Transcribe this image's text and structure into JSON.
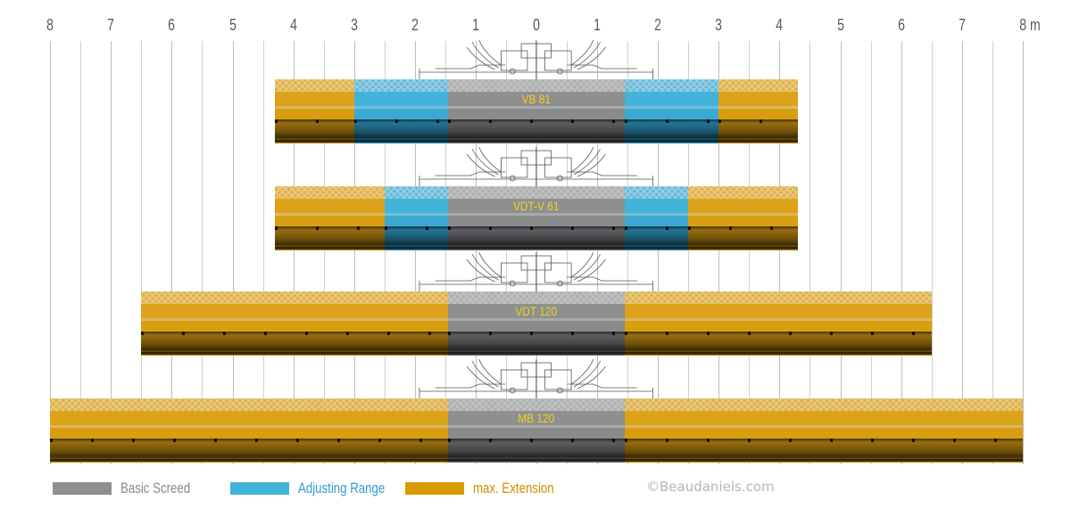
{
  "chart_data": {
    "type": "bar",
    "subtype": "horizontal range / width comparison",
    "title": "",
    "xlabel": "",
    "x_unit": "m",
    "x_axis": {
      "range": [
        -8,
        8
      ],
      "tick_labels": [
        "8",
        "7",
        "6",
        "5",
        "4",
        "3",
        "2",
        "1",
        "0",
        "1",
        "2",
        "3",
        "4",
        "5",
        "6",
        "7",
        "8 m"
      ],
      "tick_values": [
        -8,
        -7,
        -6,
        -5,
        -4,
        -3,
        -2,
        -1,
        0,
        1,
        2,
        3,
        4,
        5,
        6,
        7,
        8
      ],
      "minor_gridlines_every": 0.5,
      "grid": true
    },
    "legend": {
      "position": "bottom",
      "entries": [
        {
          "label": "Basic Screed",
          "color": "#8f8f8f",
          "text_color": "#8a8a8a"
        },
        {
          "label": "Adjusting Range",
          "color": "#42b3d9",
          "text_color": "#2e9fcf"
        },
        {
          "label": "max. Extension",
          "color": "#d99a00",
          "text_color": "#d08c00"
        }
      ]
    },
    "series": [
      {
        "name": "VB 81",
        "basic_screed_width_m": 2.9,
        "basic_screed": [
          -1.45,
          1.45
        ],
        "adjusting_range": [
          -3.0,
          3.0
        ],
        "max_extension": [
          -4.3,
          4.3
        ]
      },
      {
        "name": "VDT-V 61",
        "basic_screed_width_m": 2.9,
        "basic_screed": [
          -1.45,
          1.45
        ],
        "adjusting_range": [
          -2.5,
          2.5
        ],
        "max_extension": [
          -4.3,
          4.3
        ]
      },
      {
        "name": "VDT 120",
        "basic_screed_width_m": 2.9,
        "basic_screed": [
          -1.45,
          1.45
        ],
        "adjusting_range": null,
        "max_extension": [
          -6.5,
          6.5
        ]
      },
      {
        "name": "MB 120",
        "basic_screed_width_m": 2.9,
        "basic_screed": [
          -1.45,
          1.45
        ],
        "adjusting_range": null,
        "max_extension": [
          -8.0,
          8.0
        ]
      }
    ],
    "annotations": [
      "©Beaudaniels.com"
    ]
  },
  "legend": {
    "basic": "Basic Screed",
    "adjusting": "Adjusting Range",
    "extension": "max. Extension"
  },
  "models": [
    "VB 81",
    "VDT-V 61",
    "VDT 120",
    "MB 120"
  ],
  "copyright": "©Beaudaniels.com",
  "colors": {
    "basic": "#8f8f8f",
    "adjusting": "#42b3d9",
    "extension": "#d99a00",
    "model_label": "#f2d21e"
  }
}
